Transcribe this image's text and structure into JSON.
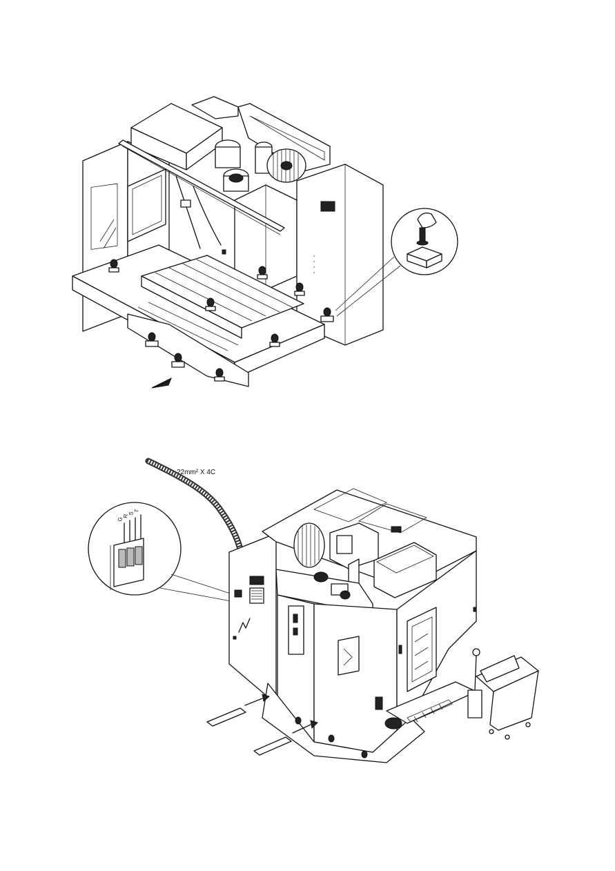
{
  "figures": {
    "top": {
      "icons": [
        "machine-body-icon",
        "leveling-bolt-icon",
        "leveling-pad-icon",
        "arrow-icon"
      ]
    },
    "bottom": {
      "cable_label": "22mm² X 4C",
      "terminal_labels": [
        "G",
        "R",
        "S",
        "T"
      ],
      "icons": [
        "power-cable-icon",
        "terminal-block-icon",
        "high-voltage-icon",
        "arrow-icon"
      ]
    }
  }
}
